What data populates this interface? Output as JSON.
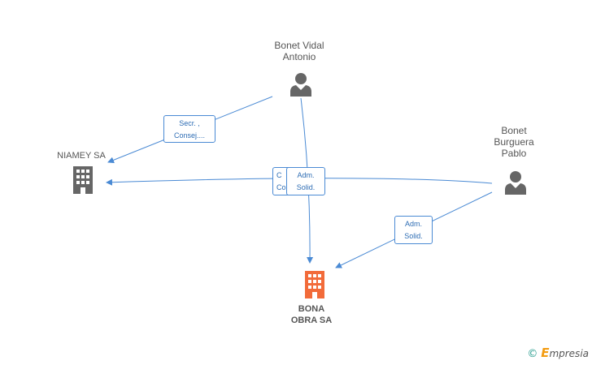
{
  "nodes": {
    "bonet_vidal": {
      "lines": [
        "Bonet Vidal",
        "Antonio"
      ],
      "type": "person"
    },
    "bonet_burguera": {
      "lines": [
        "Bonet",
        "Burguera",
        "Pablo"
      ],
      "type": "person"
    },
    "niamey": {
      "lines": [
        "NIAMEY SA"
      ],
      "type": "company"
    },
    "bona_obra": {
      "lines": [
        "BONA",
        "OBRA SA"
      ],
      "type": "company-main"
    }
  },
  "edges": {
    "secr": {
      "lines": [
        "Secr. ,",
        "Consej...."
      ]
    },
    "cc": {
      "lines": [
        "C",
        "Co"
      ]
    },
    "adm1": {
      "lines": [
        "Adm.",
        "Solid."
      ]
    },
    "adm2": {
      "lines": [
        "Adm.",
        "Solid."
      ]
    }
  },
  "colors": {
    "edge": "#4a8ad4",
    "person_icon": "#666666",
    "company_icon": "#666666",
    "main_company_icon": "#f26b3a"
  },
  "watermark": {
    "copyright": "©",
    "brand_initial": "E",
    "brand_rest": "mpresia"
  }
}
